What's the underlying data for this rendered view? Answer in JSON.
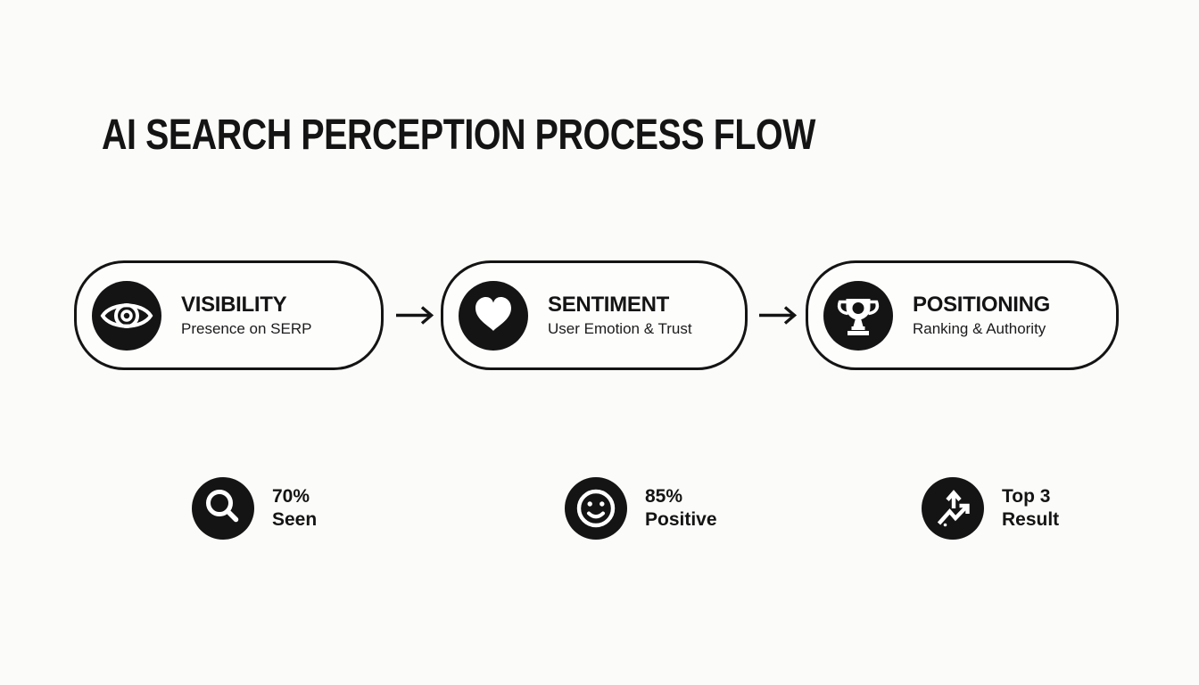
{
  "title": "AI SEARCH PERCEPTION PROCESS FLOW",
  "colors": {
    "ink": "#141414",
    "background": "#fbfbf9",
    "icon_foreground": "#ffffff"
  },
  "flow": {
    "arrow_icon": "right-arrow-icon",
    "steps": [
      {
        "label": "VISIBILITY",
        "sublabel": "Presence on SERP",
        "icon": "eye-icon"
      },
      {
        "label": "SENTIMENT",
        "sublabel": "User Emotion & Trust",
        "icon": "heart-icon"
      },
      {
        "label": "POSITIONING",
        "sublabel": "Ranking & Authority",
        "icon": "trophy-icon"
      }
    ]
  },
  "stats": [
    {
      "value": "70%",
      "label": "Seen",
      "icon": "search-icon"
    },
    {
      "value": "85%",
      "label": "Positive",
      "icon": "smiley-icon"
    },
    {
      "value": "Top 3",
      "label": "Result",
      "icon": "trending-up-icon"
    }
  ]
}
